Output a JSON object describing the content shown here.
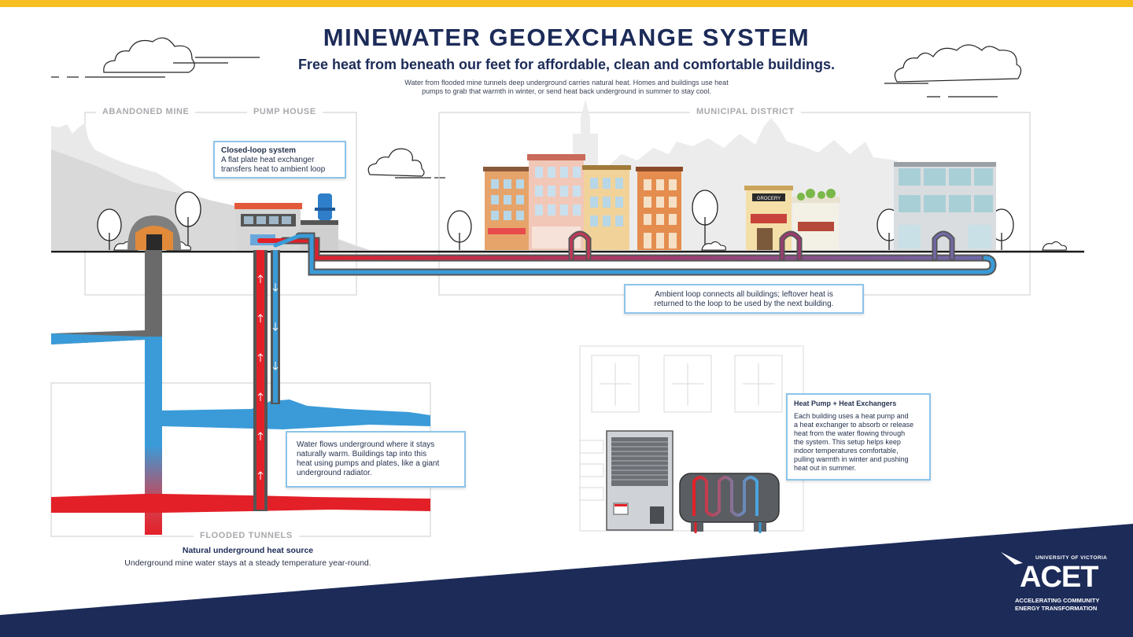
{
  "header": {
    "title": "MINEWATER GEOEXCHANGE SYSTEM",
    "subtitle": "Free heat from beneath our feet for affordable, clean and comfortable buildings.",
    "intro_line1": "Water from flooded mine tunnels deep underground carries natural heat. Homes and buildings use heat",
    "intro_line2": "pumps to grab that warmth in winter, or send heat back underground in summer to stay cool."
  },
  "labels": {
    "abandoned_mine": "ABANDONED MINE",
    "pump_house": "PUMP HOUSE",
    "municipal_district": "MUNICIPAL DISTRICT",
    "flooded_tunnels": "FLOODED TUNNELS",
    "grocery_sign": "GROCERY"
  },
  "callouts": {
    "closed_loop": {
      "title": "Closed-loop system",
      "line1": "A flat plate heat exchanger",
      "line2": "transfers heat to ambient loop"
    },
    "ambient_loop": {
      "line1": "Ambient loop connects all buildings; leftover heat  is",
      "line2": "returned to the loop to be used by the next building."
    },
    "water_flows": {
      "line1": "Water flows underground where it stays",
      "line2": "naturally warm. Buildings tap into this",
      "line3": "heat using pumps and plates, like a giant",
      "line4": "underground radiator."
    },
    "heat_pump": {
      "title": "Heat Pump + Heat Exchangers",
      "line1": "Each building uses a heat pump and",
      "line2": "a heat exchanger to absorb or release",
      "line3": "heat from the water flowing through",
      "line4": "the system. This setup helps keep",
      "line5": "indoor temperatures comfortable,",
      "line6": "pulling warmth in winter and pushing",
      "line7": "heat out in summer."
    }
  },
  "heat_source": {
    "title": "Natural underground heat source",
    "text": "Underground mine water stays at a steady temperature year-round."
  },
  "logo": {
    "university": "UNIVERSITY OF VICTORIA",
    "name": "ACET",
    "line1": "ACCELERATING COMMUNITY",
    "line2": "ENERGY TRANSFORMATION"
  },
  "colors": {
    "accent_yellow": "#f6be21",
    "navy": "#1c2b58",
    "hot_red": "#e32028",
    "cold_blue": "#3a9bd8",
    "callout_border": "#8cc4e9"
  }
}
